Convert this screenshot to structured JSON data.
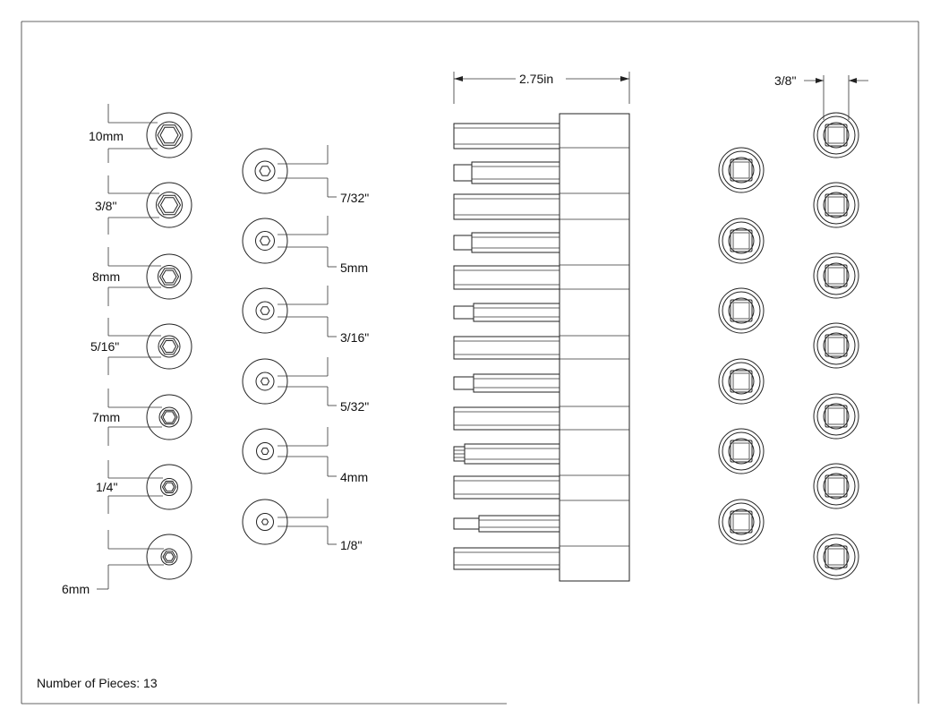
{
  "left_column_labels": [
    "10mm",
    "3/8\"",
    "8mm",
    "5/16\"",
    "7mm",
    "1/4\"",
    "6mm"
  ],
  "middle_column_labels": [
    "7/32\"",
    "5mm",
    "3/16\"",
    "5/32\"",
    "4mm",
    "1/8\""
  ],
  "side_view": {
    "overall_length": "2.75in"
  },
  "square_drive": {
    "size": "3/8\""
  },
  "footer": {
    "pieces": "Number of Pieces: 13"
  }
}
